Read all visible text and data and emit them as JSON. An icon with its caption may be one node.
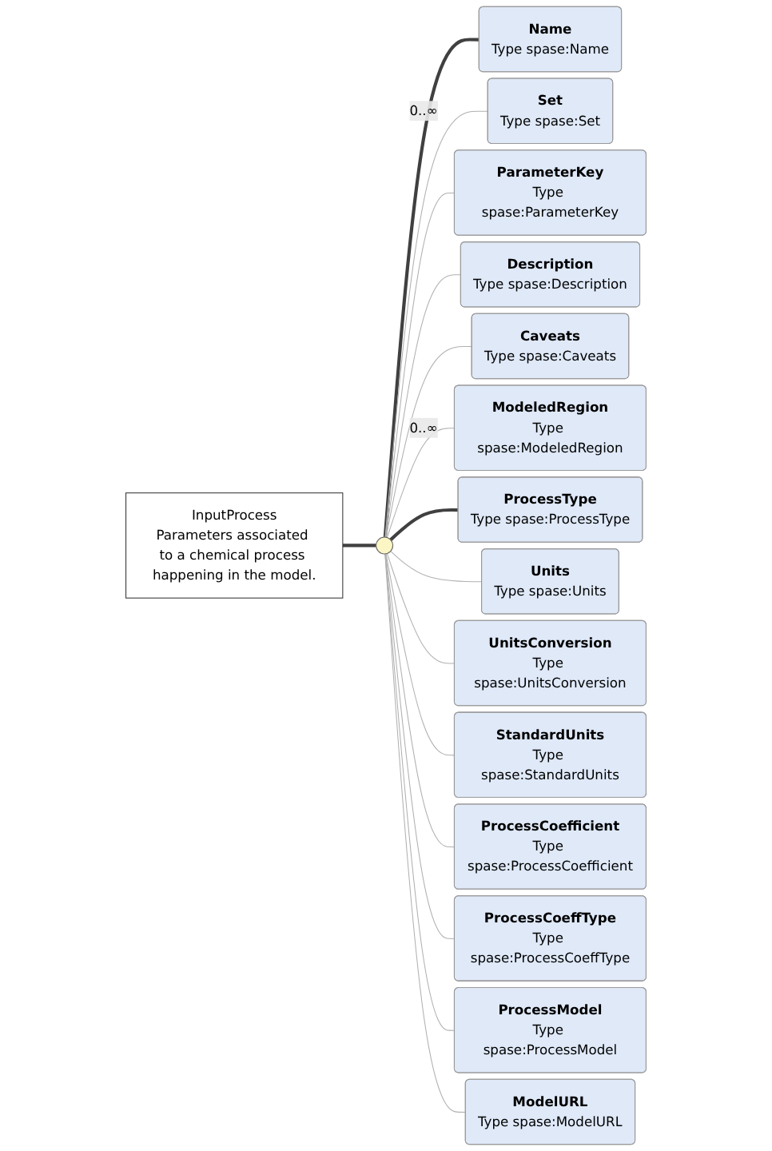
{
  "diagram": {
    "nodes": [
      {
        "text": [
          "InputProcess",
          "Parameters associated to a chemical process happening in the model."
        ]
      },
      {
        "text": [],
        "shape": "circle"
      },
      {
        "text": [
          "Name",
          "Type",
          "spase:Name"
        ]
      },
      {
        "text": [
          "Set",
          "Type",
          "spase:Set"
        ]
      },
      {
        "text": [
          "ParameterKey",
          "Type",
          "spase:ParameterKey"
        ]
      },
      {
        "text": [
          "Description",
          "Type",
          "spase:Description"
        ]
      },
      {
        "text": [
          "Caveats",
          "Type",
          "spase:Caveats"
        ]
      },
      {
        "text": [
          "ModeledRegion",
          "Type",
          "spase:ModeledRegion"
        ]
      },
      {
        "text": [
          "ProcessType",
          "Type",
          "spase:ProcessType"
        ]
      },
      {
        "text": [
          "Units",
          "Type",
          "spase:Units"
        ]
      },
      {
        "text": [
          "UnitsConversion",
          "Type",
          "spase:UnitsConversion"
        ]
      },
      {
        "text": [
          "StandardUnits",
          "Type",
          "spase:StandardUnits"
        ]
      },
      {
        "text": [
          "ProcessCoefficient",
          "Type",
          "spase:ProcessCoefficient"
        ]
      },
      {
        "text": [
          "ProcessCoeffType",
          "Type",
          "spase:ProcessCoeffType"
        ]
      },
      {
        "text": [
          "ProcessModel",
          "Type",
          "spase:ProcessModel"
        ]
      },
      {
        "text": [
          "ModelURL",
          "Type",
          "spase:ModelURL"
        ]
      }
    ],
    "edges": [
      {
        "from": 0,
        "to": 1,
        "arrow": "none",
        "style": "thick",
        "color": "#404040"
      },
      {
        "from": 1,
        "to": 2,
        "arrow": "none",
        "style": "thick",
        "color": "#404040"
      },
      {
        "from": 1,
        "to": 3,
        "arrow": "none",
        "label": "0..∞"
      },
      {
        "from": 1,
        "to": 4,
        "arrow": "none"
      },
      {
        "from": 1,
        "to": 5,
        "arrow": "none"
      },
      {
        "from": 1,
        "to": 6,
        "arrow": "none"
      },
      {
        "from": 1,
        "to": 7,
        "arrow": "none",
        "label": "0..∞"
      },
      {
        "from": 1,
        "to": 8,
        "arrow": "none",
        "style": "thick",
        "color": "#404040"
      },
      {
        "from": 1,
        "to": 9,
        "arrow": "none"
      },
      {
        "from": 1,
        "to": 10,
        "arrow": "none"
      },
      {
        "from": 1,
        "to": 11,
        "arrow": "none"
      },
      {
        "from": 1,
        "to": 12,
        "arrow": "none"
      },
      {
        "from": 1,
        "to": 13,
        "arrow": "none"
      },
      {
        "from": 1,
        "to": 14,
        "arrow": "none"
      },
      {
        "from": 1,
        "to": 15,
        "arrow": "none"
      }
    ]
  }
}
